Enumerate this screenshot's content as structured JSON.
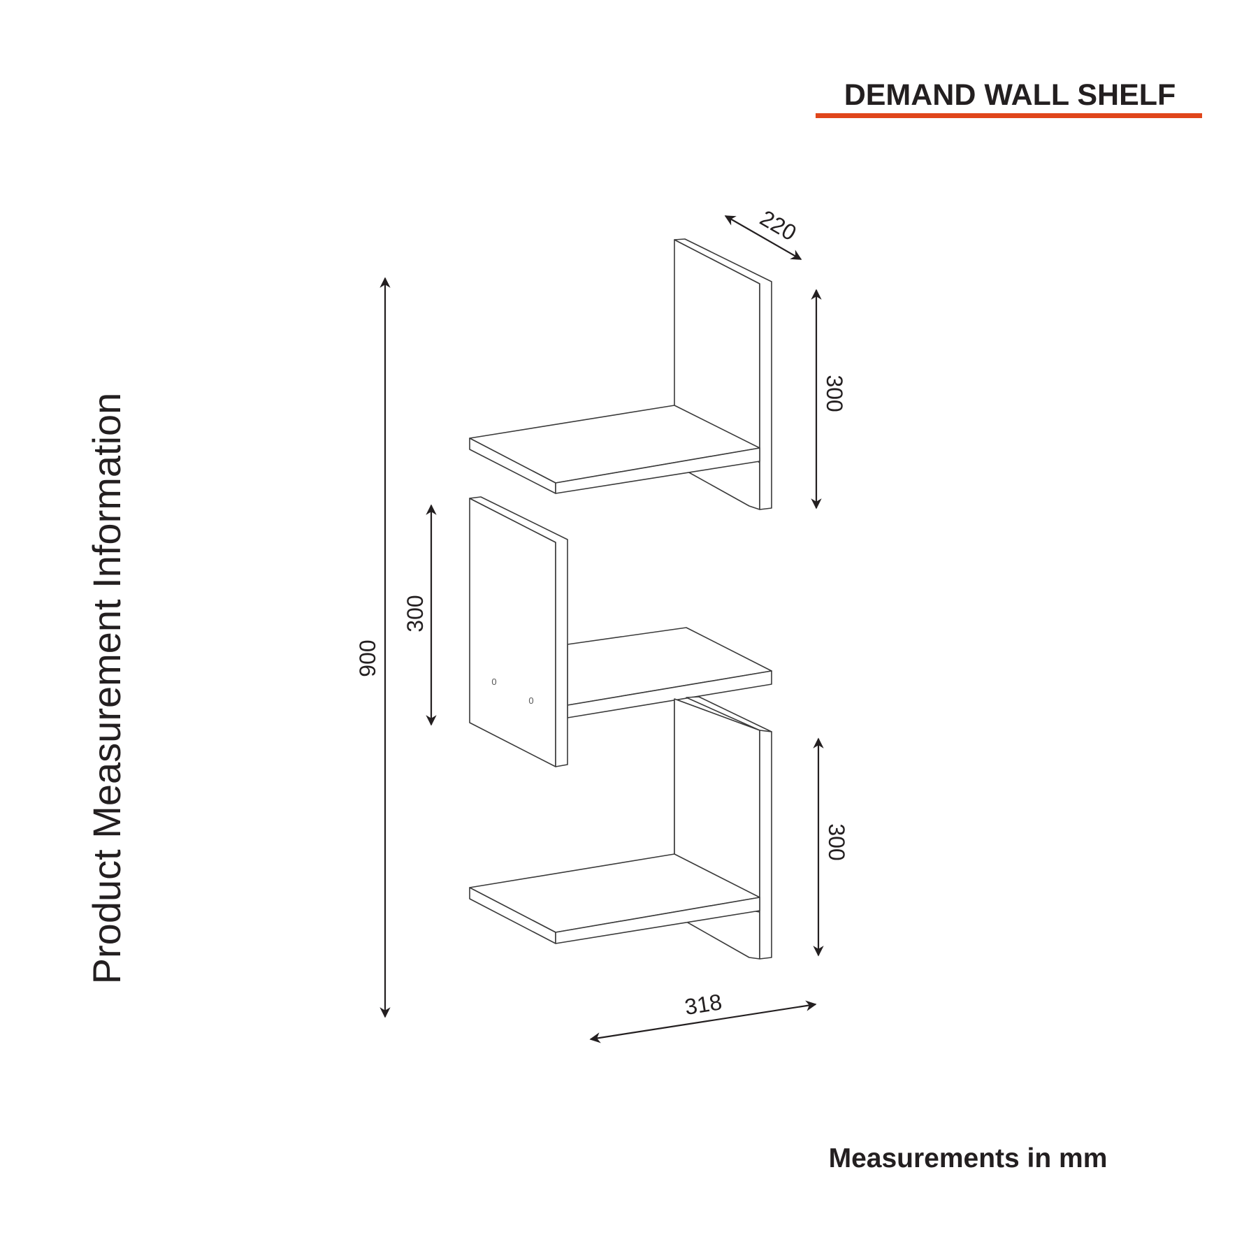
{
  "header": {
    "title": "DEMAND WALL SHELF",
    "accent_color": "#e0461b"
  },
  "side_label": "Product Measurement Information",
  "footer": {
    "units_note": "Measurements in mm"
  },
  "dimensions": {
    "total_height": "900",
    "depth": "220",
    "upper_section_height": "300",
    "middle_section_height": "300",
    "lower_section_height": "300",
    "width": "318"
  },
  "hole_marks": [
    "0",
    "0"
  ]
}
